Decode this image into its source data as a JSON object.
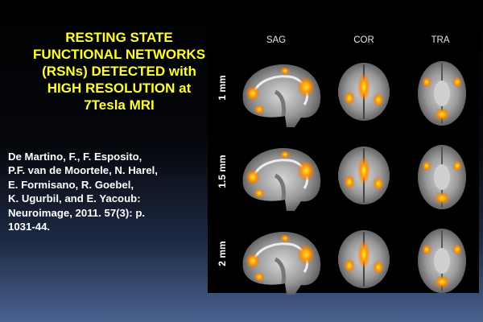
{
  "title": "RESTING STATE\nFUNCTIONAL NETWORKS\n(RSNs) DETECTED with\nHIGH RESOLUTION at\n7Tesla MRI",
  "citation": "De Martino, F., F. Esposito,\nP.F. van de Moortele, N. Harel,\nE. Formisano, R. Goebel,\nK. Ugurbil, and E. Yacoub:\nNeuroimage, 2011. 57(3): p.\n1031-44.",
  "figure": {
    "columns": [
      "SAG",
      "COR",
      "TRA"
    ],
    "rows": [
      "1 mm",
      "1.5 mm",
      "2 mm"
    ]
  },
  "colors": {
    "title": "#ffff33",
    "activation": "#ff9900"
  }
}
